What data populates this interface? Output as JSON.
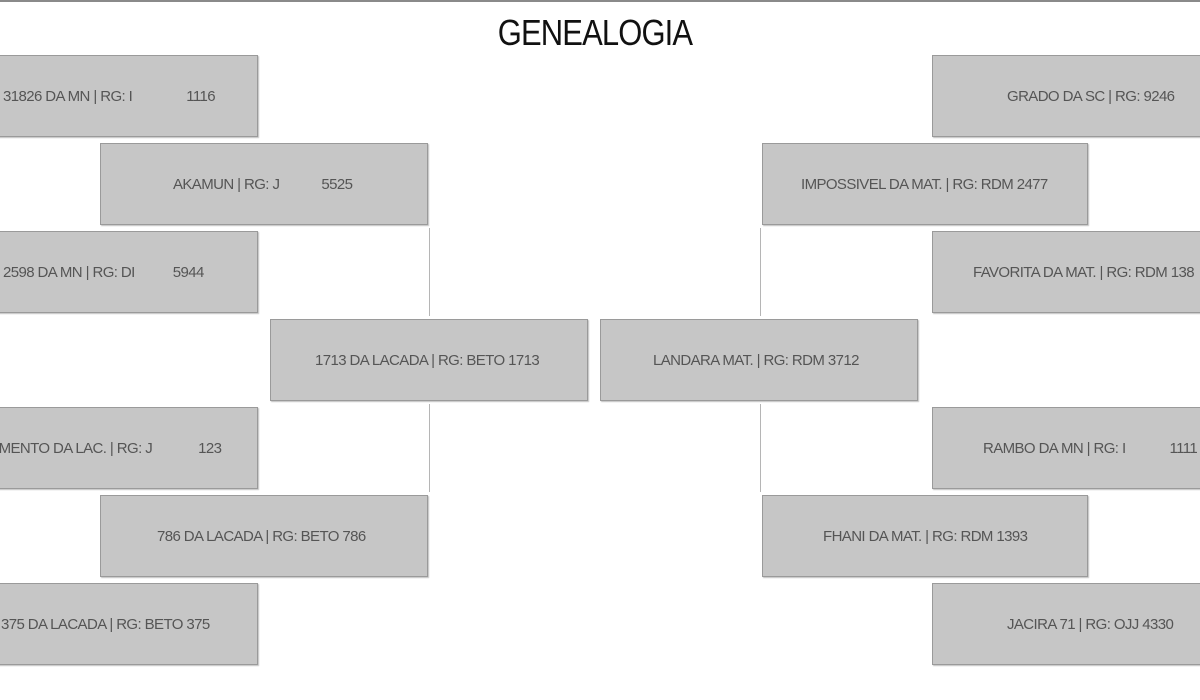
{
  "title": "GENEALOGIA",
  "sire_side": {
    "sire_sire_sire": {
      "name": "31826 DA MN | RG: I",
      "number": "1116"
    },
    "sire_sire": {
      "name": "AKAMUN | RG: J",
      "number": "5525"
    },
    "sire_sire_dam": {
      "name": "2598 DA MN | RG: DI",
      "number": "5944"
    },
    "sire": {
      "name": "1713 DA LACADA | RG: BETO 1713"
    },
    "sire_dam_sire": {
      "name": "IMENTO DA LAC. | RG: J",
      "number": "123"
    },
    "sire_dam": {
      "name": "786 DA LACADA | RG: BETO 786"
    },
    "sire_dam_dam": {
      "name": "375 DA LACADA | RG: BETO 375"
    }
  },
  "dam_side": {
    "dam_sire_sire": {
      "name": "GRADO DA SC | RG: 9246"
    },
    "dam_sire": {
      "name": "IMPOSSIVEL DA MAT. | RG: RDM 2477"
    },
    "dam_sire_dam": {
      "name": "FAVORITA DA MAT. | RG: RDM 138"
    },
    "dam": {
      "name": "LANDARA MAT. | RG: RDM 3712"
    },
    "dam_dam_sire": {
      "name": "RAMBO DA MN | RG: I",
      "number": "1111"
    },
    "dam_dam": {
      "name": "FHANI DA MAT. | RG: RDM 1393"
    },
    "dam_dam_dam": {
      "name": "JACIRA 71 | RG: OJJ 4330"
    }
  },
  "colors": {
    "box_fill": "#c6c6c6",
    "box_border": "#9a9a9a",
    "text": "#555555",
    "connector": "#b5b5b5"
  }
}
